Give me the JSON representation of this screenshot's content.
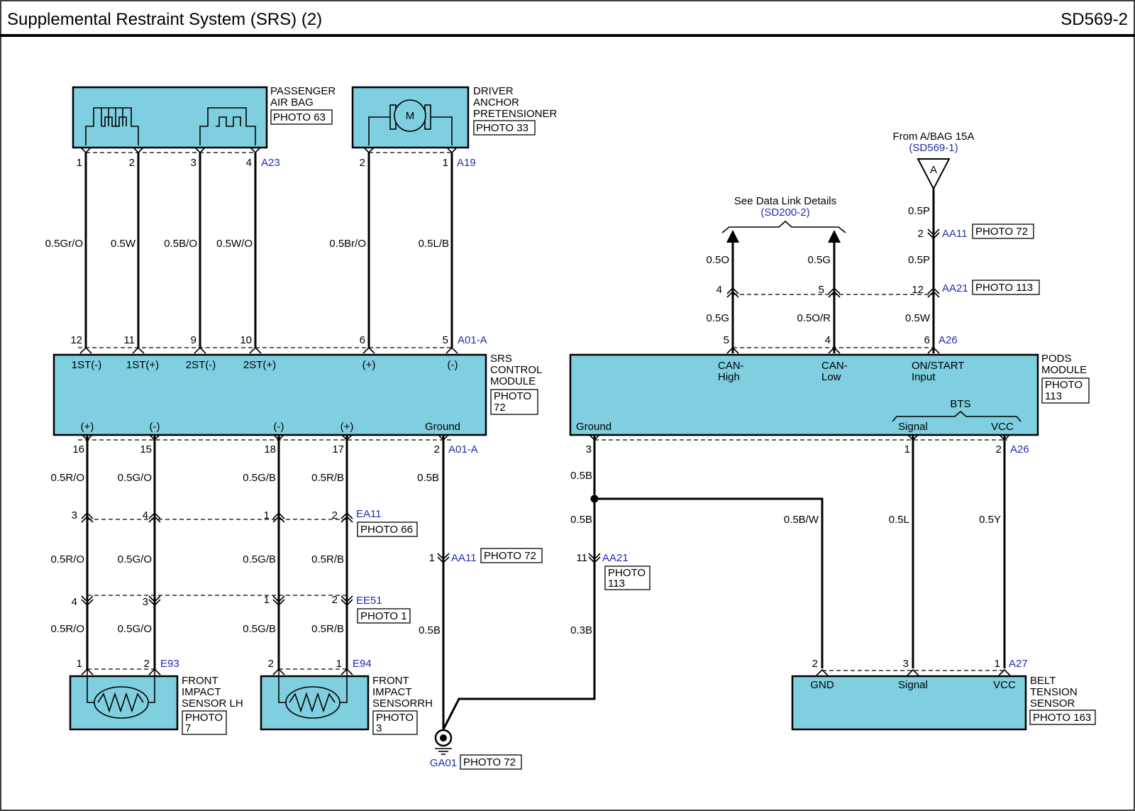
{
  "header": {
    "title": "Supplemental Restraint System (SRS) (2)",
    "code": "SD569-2"
  },
  "components": {
    "passenger_airbag": {
      "name1": "PASSENGER",
      "name2": "AIR BAG",
      "photo": "PHOTO 63",
      "connector": "A23",
      "pins": [
        "1",
        "2",
        "3",
        "4"
      ]
    },
    "driver_anchor": {
      "name1": "DRIVER",
      "name2": "ANCHOR",
      "name3": "PRETENSIONER",
      "photo": "PHOTO 33",
      "connector": "A19",
      "motor": "M",
      "pins": [
        "2",
        "1"
      ]
    },
    "srs_module": {
      "name1": "SRS",
      "name2": "CONTROL",
      "name3": "MODULE",
      "photo1": "PHOTO",
      "photo2": "72",
      "top_connector": "A01-A",
      "top_pins": [
        "12",
        "11",
        "9",
        "10",
        "6",
        "5"
      ],
      "top_labels": [
        "1ST(-)",
        "1ST(+)",
        "2ST(-)",
        "2ST(+)",
        "(+)",
        "(-)"
      ],
      "bottom_labels": [
        "(+)",
        "(-)",
        "(-)",
        "(+)",
        "Ground"
      ],
      "bottom_pins": [
        "16",
        "15",
        "18",
        "17",
        "2"
      ],
      "bottom_connector": "A01-A"
    },
    "pods_module": {
      "name1": "PODS",
      "name2": "MODULE",
      "photo1": "PHOTO",
      "photo2": "113",
      "top_connector": "A26",
      "top_pins": [
        "5",
        "4",
        "6"
      ],
      "can_high1": "CAN-",
      "can_high2": "High",
      "can_low1": "CAN-",
      "can_low2": "Low",
      "on_start1": "ON/START",
      "on_start2": "Input",
      "bts": "BTS",
      "ground": "Ground",
      "signal": "Signal",
      "vcc": "VCC",
      "bottom_pins": [
        "3",
        "1",
        "2"
      ],
      "bottom_connector": "A26"
    },
    "front_lh": {
      "name1": "FRONT",
      "name2": "IMPACT",
      "name3": "SENSOR LH",
      "photo1": "PHOTO",
      "photo2": "7",
      "connector": "E93",
      "pins": [
        "1",
        "2"
      ]
    },
    "front_rh": {
      "name1": "FRONT",
      "name2": "IMPACT",
      "name3": "SENSORRH",
      "photo1": "PHOTO",
      "photo2": "3",
      "connector": "E94",
      "pins": [
        "2",
        "1"
      ]
    },
    "belt_tension": {
      "name1": "BELT",
      "name2": "TENSION",
      "name3": "SENSOR",
      "photo": "PHOTO 163",
      "connector": "A27",
      "pins": [
        "2",
        "3",
        "1"
      ],
      "gnd": "GND",
      "signal": "Signal",
      "vcc": "VCC"
    }
  },
  "wires": {
    "passenger": [
      "0.5Gr/O",
      "0.5W",
      "0.5B/O",
      "0.5W/O"
    ],
    "driver": [
      "0.5Br/O",
      "0.5L/B"
    ],
    "sensor_upper": [
      "0.5R/O",
      "0.5G/O",
      "0.5G/B",
      "0.5R/B"
    ],
    "sensor_middle": [
      "0.5R/O",
      "0.5G/O",
      "0.5G/B",
      "0.5R/B"
    ],
    "sensor_lower": [
      "0.5R/O",
      "0.5G/O",
      "0.5G/B",
      "0.5R/B"
    ],
    "srs_ground_upper": "0.5B",
    "srs_ground_lower": "0.5B",
    "pods_ground_upper": "0.5B",
    "pods_ground_mid": "0.5B",
    "pods_ground_lower": "0.3B",
    "belt_gnd": "0.5B/W",
    "belt_signal": "0.5L",
    "belt_vcc": "0.5Y",
    "can_high_upper": "0.5O",
    "can_low_upper": "0.5G",
    "can_high_lower": "0.5G",
    "can_low_lower": "0.5O/R",
    "on_start_upper": "0.5P",
    "on_start_mid": "0.5P",
    "on_start_lower": "0.5W"
  },
  "connectors": {
    "ea11": {
      "id": "EA11",
      "photo": "PHOTO 66",
      "pins": [
        "3",
        "4",
        "1",
        "2"
      ]
    },
    "ee51": {
      "id": "EE51",
      "photo": "PHOTO 1",
      "pins": [
        "4",
        "3",
        "1",
        "2"
      ]
    },
    "aa11_srs": {
      "id": "AA11",
      "photo": "PHOTO 72",
      "pin": "1"
    },
    "aa21_pods": {
      "id": "AA21",
      "photo1": "PHOTO",
      "photo2": "113",
      "pin": "11"
    },
    "aa11_top": {
      "id": "AA11",
      "photo": "PHOTO 72",
      "pin": "2"
    },
    "aa21_top": {
      "id": "AA21",
      "photo": "PHOTO 113",
      "pins": [
        "4",
        "5",
        "12"
      ]
    },
    "ga01": {
      "id": "GA01",
      "photo": "PHOTO 72"
    }
  },
  "refs": {
    "data_link": {
      "text": "See Data Link Details",
      "ref": "(SD200-2)"
    },
    "abag_fuse": {
      "text": "From A/BAG 15A",
      "ref": "(SD569-1)",
      "letter": "A"
    }
  }
}
